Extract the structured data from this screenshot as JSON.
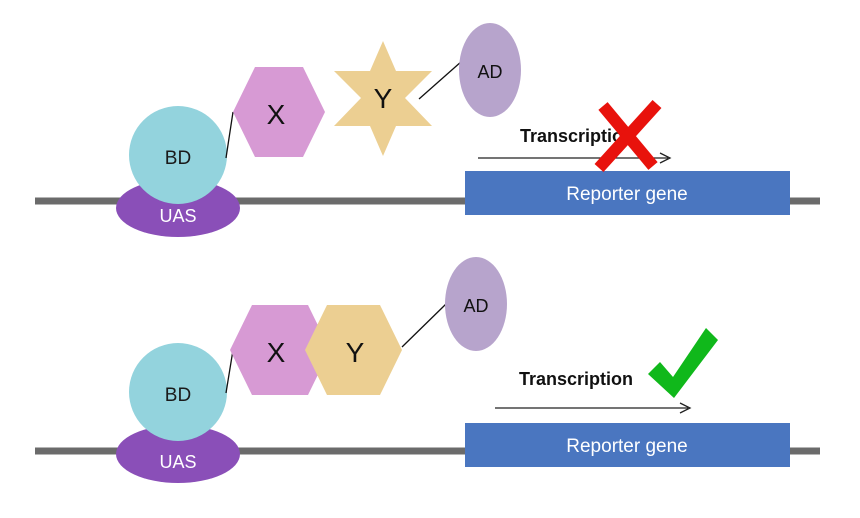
{
  "colors": {
    "dna": "#6b6b6b",
    "uas": "#8a4fb8",
    "bd": "#93d3dd",
    "protein_x": "#d79ad4",
    "protein_y": "#eccf92",
    "ad": "#b7a4cc",
    "reporter": "#4a76c0",
    "cross": "#e8120c",
    "check": "#10b81b"
  },
  "panels": [
    {
      "state": "no-interaction",
      "uas": "UAS",
      "bd": "BD",
      "x": "X",
      "y": "Y",
      "ad": "AD",
      "transcription": "Transcription",
      "reporter": "Reporter gene",
      "outcome_icon": "cross-icon"
    },
    {
      "state": "interaction",
      "uas": "UAS",
      "bd": "BD",
      "x": "X",
      "y": "Y",
      "ad": "AD",
      "transcription": "Transcription",
      "reporter": "Reporter gene",
      "outcome_icon": "check-icon"
    }
  ]
}
